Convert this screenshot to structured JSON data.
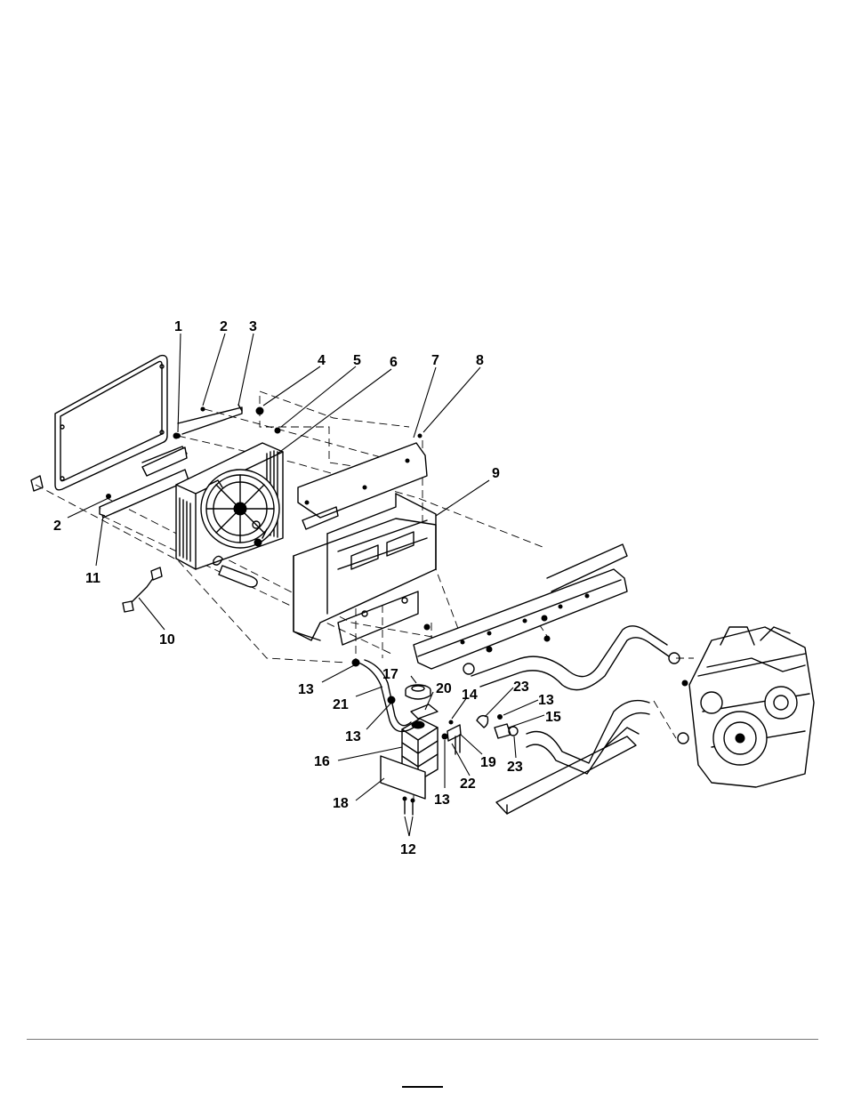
{
  "callouts": {
    "c1": "1",
    "c2a": "2",
    "c2b": "2",
    "c3": "3",
    "c4": "4",
    "c5": "5",
    "c6": "6",
    "c7": "7",
    "c8": "8",
    "c9": "9",
    "c10": "10",
    "c11": "11",
    "c12": "12",
    "c13a": "13",
    "c13b": "13",
    "c13c": "13",
    "c13d": "13",
    "c14": "14",
    "c15": "15",
    "c16": "16",
    "c17": "17",
    "c18": "18",
    "c19": "19",
    "c20": "20",
    "c21": "21",
    "c22": "22",
    "c23a": "23",
    "c23b": "23"
  }
}
